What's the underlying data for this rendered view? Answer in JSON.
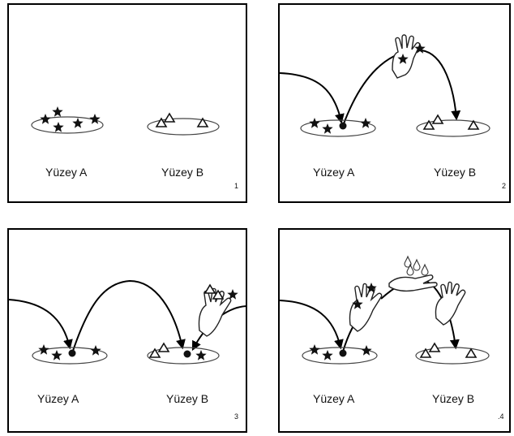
{
  "panels": [
    {
      "surface_a": "Yüzey A",
      "surface_b": "Yüzey B",
      "number": "1"
    },
    {
      "surface_a": "Yüzey A",
      "surface_b": "Yüzey B",
      "number": "2"
    },
    {
      "surface_a": "Yüzey A",
      "surface_b": "Yüzey B",
      "number": "3"
    },
    {
      "surface_a": "Yüzey A",
      "surface_b": "Yüzey B",
      "number": ".4"
    }
  ],
  "icons": [
    "star-icon",
    "triangle-icon",
    "hand-icon",
    "water-drop-icon",
    "cupped-hand-icon",
    "arrow-icon"
  ]
}
